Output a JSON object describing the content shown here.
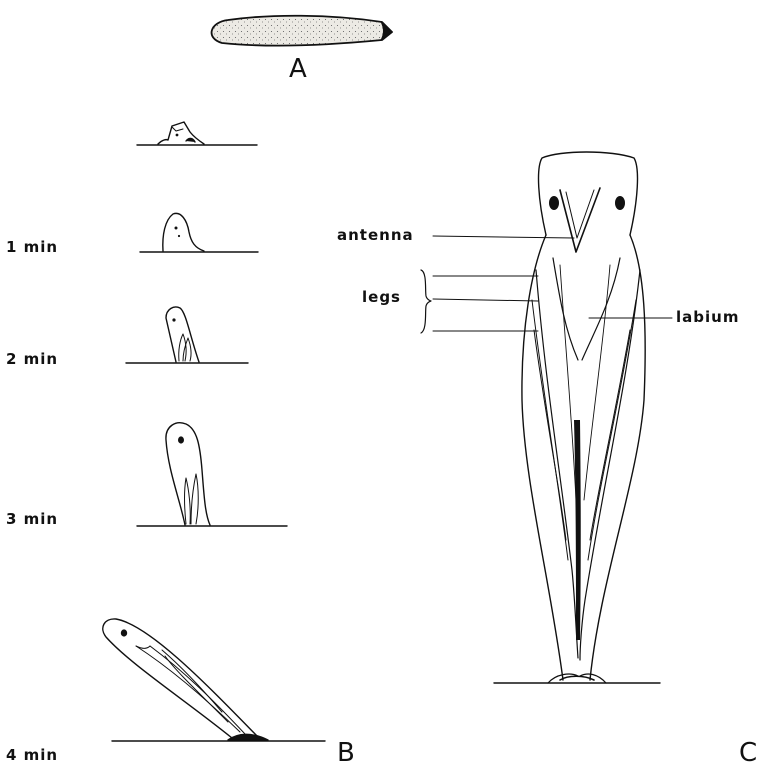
{
  "panel_labels": {
    "a": "A",
    "b": "B",
    "c": "C"
  },
  "time_labels": [
    "1 min",
    "2 min",
    "3 min",
    "4 min"
  ],
  "structure_labels": {
    "antenna": "antenna",
    "legs": "legs",
    "labium": "labium"
  }
}
